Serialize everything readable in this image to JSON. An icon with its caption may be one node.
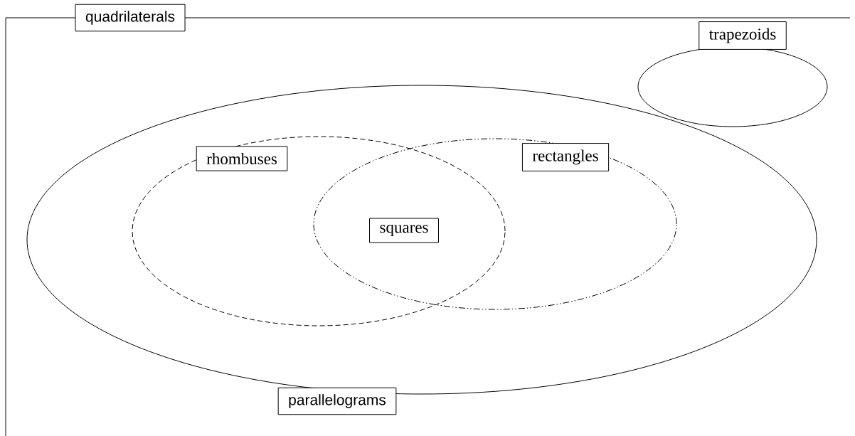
{
  "diagram": {
    "nodes": [
      {
        "text": [
          "quadrilaterals"
        ]
      },
      {
        "text": [
          "trapezoids"
        ],
        "in": 0
      },
      {
        "text": [
          "parallelograms"
        ],
        "in": 0
      },
      {
        "text": [
          "rhombuses"
        ],
        "in": 2
      },
      {
        "text": [
          "rectangles"
        ],
        "in": 2
      },
      {
        "text": [
          "squares"
        ]
      }
    ]
  }
}
